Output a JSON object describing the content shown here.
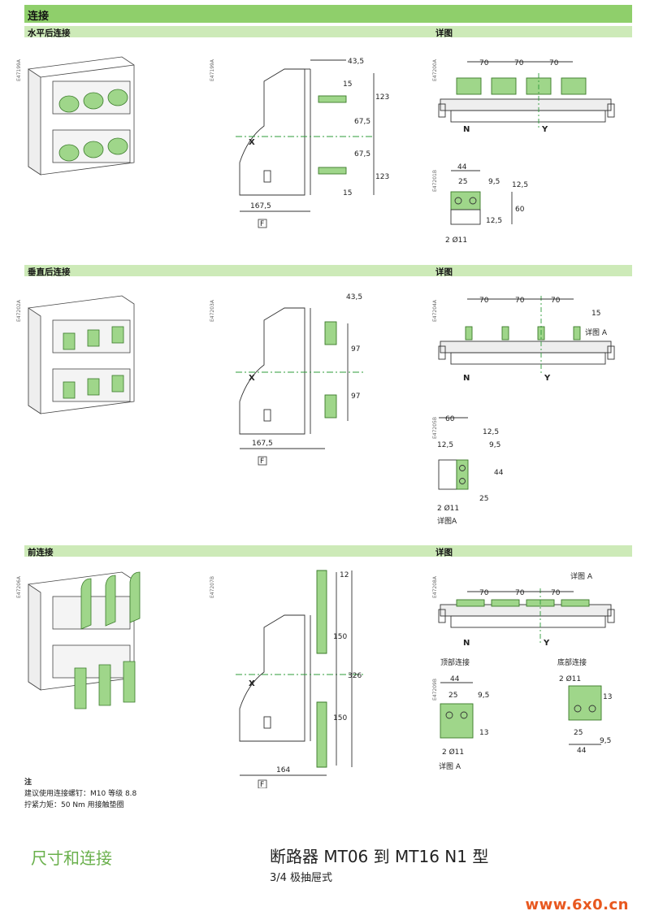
{
  "header": {
    "title": "连接"
  },
  "sections": [
    {
      "label": "水平后连接",
      "detail_label": "详图",
      "codes": [
        "E47199A",
        "E47199A",
        "E47200A",
        "E47201B"
      ],
      "side_dims": [
        "43,5",
        "15",
        "123",
        "67,5",
        "67,5",
        "123",
        "15",
        "167,5"
      ],
      "detail_dims": [
        "70",
        "70",
        "70",
        "44",
        "25",
        "9,5",
        "12,5",
        "60",
        "12,5"
      ],
      "labels": {
        "x": "X",
        "f": "F",
        "n": "N",
        "y": "Y",
        "hole": "2 Ø11"
      }
    },
    {
      "label": "垂直后连接",
      "detail_label": "详图",
      "codes": [
        "E47202A",
        "E47203A",
        "E47204A",
        "E47205B"
      ],
      "side_dims": [
        "43,5",
        "97",
        "97",
        "167,5"
      ],
      "detail_dims": [
        "70",
        "70",
        "70",
        "15",
        "60",
        "12,5",
        "12,5",
        "9,5",
        "44",
        "25"
      ],
      "labels": {
        "x": "X",
        "f": "F",
        "n": "N",
        "y": "Y",
        "hole": "2 Ø11",
        "detail_a": "详图 A",
        "detail_a2": "详图A"
      }
    },
    {
      "label": "前连接",
      "detail_label": "详图",
      "codes": [
        "E47206A",
        "E47207B",
        "E47208A",
        "E47209B"
      ],
      "side_dims": [
        "12",
        "150",
        "326",
        "150",
        "164"
      ],
      "detail_dims": [
        "70",
        "70",
        "70",
        "44",
        "25",
        "9,5",
        "13",
        "13",
        "25",
        "9,5",
        "44"
      ],
      "labels": {
        "x": "X",
        "f": "F",
        "n": "N",
        "y": "Y",
        "hole": "2 Ø11",
        "detail_a": "详图 A",
        "top_conn": "顶部连接",
        "bottom_conn": "底部连接",
        "detail_a2": "详图 A"
      }
    }
  ],
  "note": {
    "title": "注",
    "line1": "建议使用连接螺钉：M10 等级 8.8",
    "line2": "拧紧力矩：50 Nm 用接触垫圈"
  },
  "footer": {
    "left": "尺寸和连接",
    "title": "断路器 MT06 到 MT16 N1 型",
    "subtitle": "3/4 极抽屉式"
  },
  "watermark": "www.6x0.cn"
}
